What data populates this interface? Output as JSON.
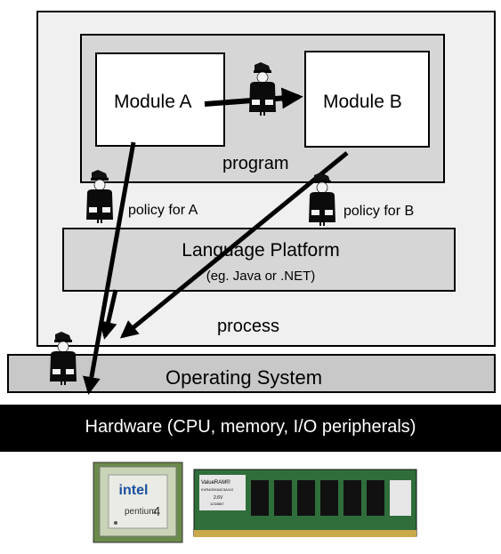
{
  "diagram": {
    "module_a": "Module A",
    "module_b": "Module B",
    "program": "program",
    "policy_a": "policy for  A",
    "policy_b": "policy for  B",
    "language_platform": "Language Platform",
    "language_platform_example": "(eg. Java or .NET)",
    "process": "process",
    "operating_system": "Operating System",
    "hardware": "Hardware (CPU, memory, I/O peripherals)"
  },
  "cpu_chip": {
    "brand": "intel",
    "model": "pentium",
    "version": "4"
  },
  "ram_stick": {
    "label_line1": "ValueRAM®",
    "label_line2": "KVR400X64C3A/1G",
    "label_line3": "2.6V",
    "label_line4": "1234567"
  },
  "colors": {
    "process_fill": "#f0f0f0",
    "program_fill": "#d6d6d6",
    "os_fill": "#c8c8c8",
    "hardware_fill": "#000000",
    "guard": "#0a0a0a"
  }
}
